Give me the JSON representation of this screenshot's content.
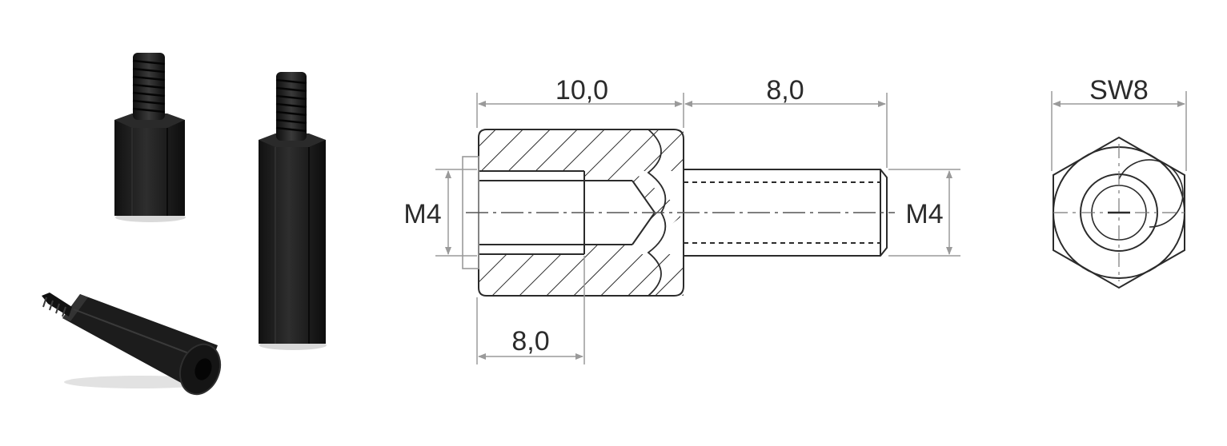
{
  "photo": {
    "items": [
      "short-standoff",
      "long-standoff",
      "lying-standoff"
    ],
    "body_color": "#1c1c1c",
    "highlight_color": "#3a3a3a"
  },
  "drawing": {
    "line_color": "#2b2b2b",
    "dimension_color": "#9a9a9a",
    "labels": {
      "body_length": "10,0",
      "thread_length": "8,0",
      "inner_depth": "8,0",
      "left_thread": "M4",
      "right_thread": "M4",
      "wrench_size": "SW8"
    }
  }
}
